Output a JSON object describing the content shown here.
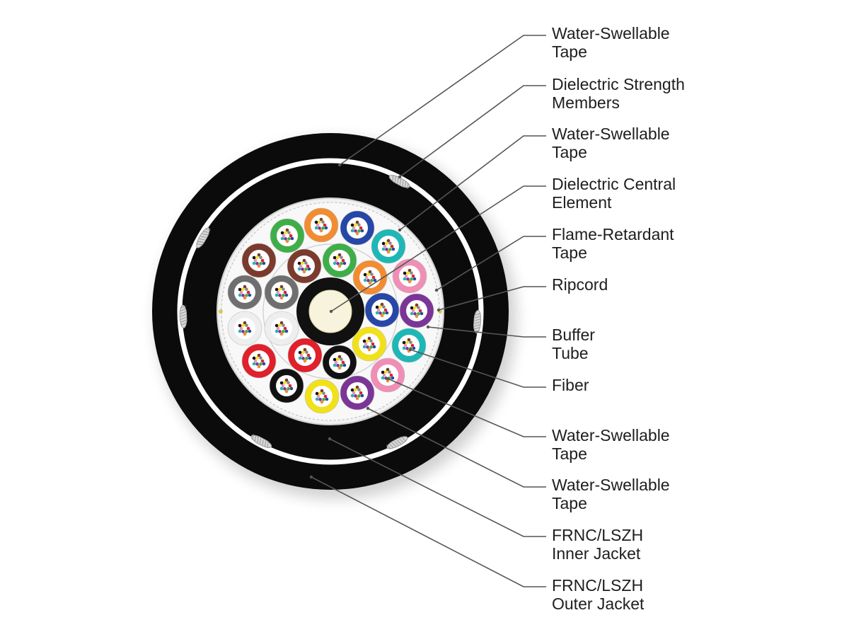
{
  "labels": [
    {
      "id": "water-swellable-tape-1",
      "lines": [
        "Water-Swellable",
        "Tape"
      ]
    },
    {
      "id": "dielectric-strength-members",
      "lines": [
        "Dielectric Strength",
        "Members"
      ]
    },
    {
      "id": "water-swellable-tape-2",
      "lines": [
        "Water-Swellable",
        "Tape"
      ]
    },
    {
      "id": "dielectric-central-element",
      "lines": [
        "Dielectric Central",
        "Element"
      ]
    },
    {
      "id": "flame-retardant-tape",
      "lines": [
        "Flame-Retardant",
        "Tape"
      ]
    },
    {
      "id": "ripcord",
      "lines": [
        "Ripcord"
      ]
    },
    {
      "id": "buffer-tube",
      "lines": [
        "Buffer",
        "Tube"
      ]
    },
    {
      "id": "fiber",
      "lines": [
        "Fiber"
      ]
    },
    {
      "id": "water-swellable-tape-3",
      "lines": [
        "Water-Swellable",
        "Tape"
      ]
    },
    {
      "id": "water-swellable-tape-4",
      "lines": [
        "Water-Swellable",
        "Tape"
      ]
    },
    {
      "id": "frnc-lszh-inner-jacket",
      "lines": [
        "FRNC/LSZH",
        "Inner Jacket"
      ]
    },
    {
      "id": "frnc-lszh-outer-jacket",
      "lines": [
        "FRNC/LSZH",
        "Outer Jacket"
      ]
    }
  ],
  "colors": {
    "jacket": "#0b0b0b",
    "tape": "#ffffff",
    "core_fill": "#f2f2f2",
    "central_element": "#f7f3dc",
    "tube_colors": {
      "blue": "#2747a8",
      "orange": "#f28c33",
      "green": "#3fae49",
      "brown": "#7a3b2e",
      "slate": "#6f6f6f",
      "white": "#eeeeee",
      "red": "#e0202a",
      "black": "#111111",
      "yellow": "#f1e11a",
      "violet": "#7b3597",
      "rose": "#f08fb5",
      "aqua": "#1fb7b5"
    }
  },
  "buffer_tube_colors_outer": [
    "green",
    "orange",
    "blue",
    "aqua",
    "rose",
    "violet",
    "aqua",
    "rose",
    "violet",
    "yellow",
    "black",
    "red",
    "white",
    "slate",
    "brown"
  ],
  "buffer_tube_colors_inner": [
    "brown",
    "green",
    "orange",
    "blue",
    "yellow",
    "black",
    "red",
    "white",
    "slate"
  ]
}
